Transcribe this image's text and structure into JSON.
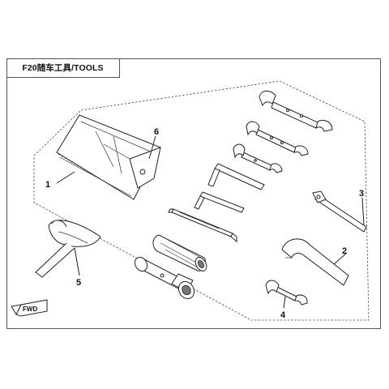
{
  "title": "F20随车工具/TOOLS",
  "callouts": [
    {
      "id": "1",
      "label": "1"
    },
    {
      "id": "2",
      "label": "2"
    },
    {
      "id": "3",
      "label": "3"
    },
    {
      "id": "4",
      "label": "4"
    },
    {
      "id": "5",
      "label": "5"
    },
    {
      "id": "6",
      "label": "6"
    }
  ],
  "direction_tag": "FWD",
  "colors": {
    "line": "#222222",
    "frame": "#555555",
    "background": "#ffffff"
  }
}
